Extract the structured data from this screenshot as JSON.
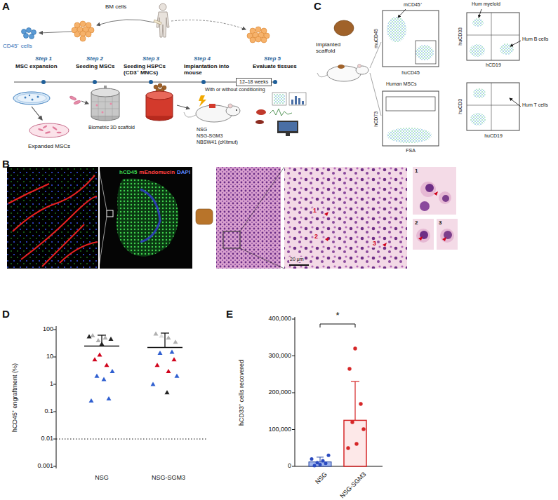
{
  "diagram": {
    "nodes": [
      {
        "text": [
          "12–18 weeks"
        ]
      }
    ],
    "labels": [
      "A",
      "BM cells",
      "CD45⁻ cells",
      "Step 1",
      "MSC expansion",
      "Step 2",
      "Seeding MSCs",
      "Step 3",
      "Seeding HSPCs (CD3⁻ MNCs)",
      "Step 4",
      "Implantation into mouse",
      "Step 5",
      "Evaluate tissues",
      "Biometric 3D scaffold",
      "Expanded MSCs",
      "With or without conditioning",
      "NSG",
      "NSG-SGM3",
      "NBSW41 (cKitmut)",
      "B",
      "hCD45",
      "mEndomucin",
      "DAPI",
      "1",
      "2",
      "3",
      "20 μm",
      "1",
      "2",
      "3",
      "C",
      "Implanted scaffold",
      "mCD45⁺",
      "muCD45",
      "huCD45",
      "Human MSCs",
      "hCD73",
      "FSA",
      "Hum myeloid",
      "huCD33",
      "hCD19",
      "Hum B cells",
      "Hum T cells",
      "huCD3",
      "huCD19",
      "D",
      "hCD45⁺ engraftment (%)",
      "100",
      "10",
      "1",
      "0.1",
      "0.01",
      "0.001",
      "NSG",
      "NSG-SGM3",
      "E",
      "hCD33⁺ cells recovered",
      "400,000",
      "300,000",
      "200,000",
      "100,000",
      "0",
      "*",
      "NSG",
      "NSG-SGM3"
    ]
  }
}
